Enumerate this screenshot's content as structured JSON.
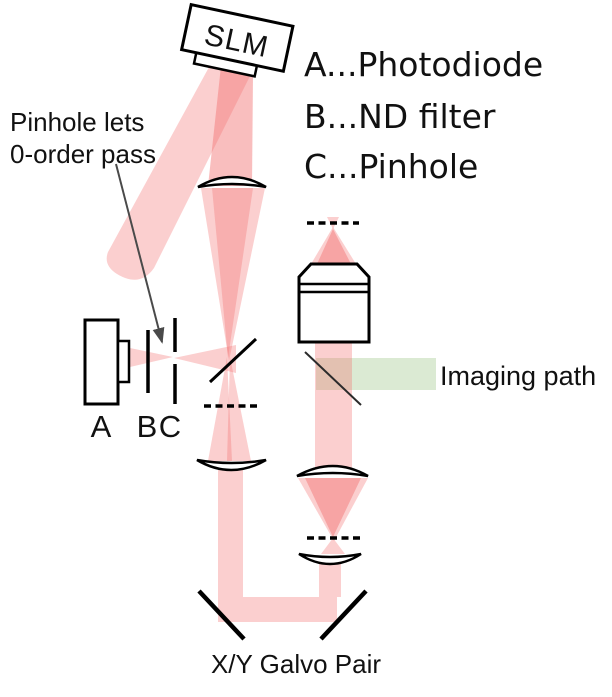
{
  "labels": {
    "slm": "SLM",
    "annotation": {
      "line1": "Pinhole lets",
      "line2": "0-order pass"
    },
    "legend": {
      "a": "A...Photodiode",
      "b": "B...ND filter",
      "c": "C...Pinhole"
    },
    "imaging_path": "Imaging path",
    "galvo_pair": "X/Y Galvo Pair",
    "components": {
      "a": "A",
      "b": "B",
      "c": "C"
    }
  },
  "colors": {
    "beam": "rgba(242,110,110,0.33)",
    "beam_strong": "rgba(242,110,110,0.45)",
    "imaging_path_green": "#dbead3",
    "outline": "#000000",
    "arrow_gray": "#4a4a4a"
  }
}
